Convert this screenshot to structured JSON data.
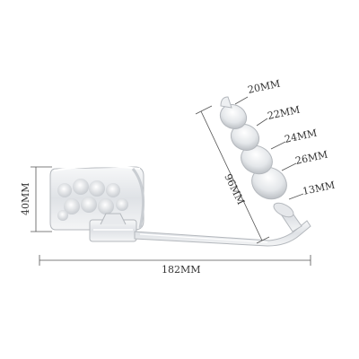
{
  "dimensions": {
    "bead_1": "20MM",
    "bead_2": "22MM",
    "bead_3": "24MM",
    "bead_4": "26MM",
    "neck": "13MM",
    "bead_length": "96MM",
    "head_height": "40MM",
    "total_length": "182MM"
  },
  "colors": {
    "dimension_line": "#555555",
    "dimension_text": "#333333",
    "clear_material": "#eef0f2",
    "outline": "#b4b8bd",
    "highlight": "#ffffff",
    "shadow": "#c9cdd2"
  }
}
